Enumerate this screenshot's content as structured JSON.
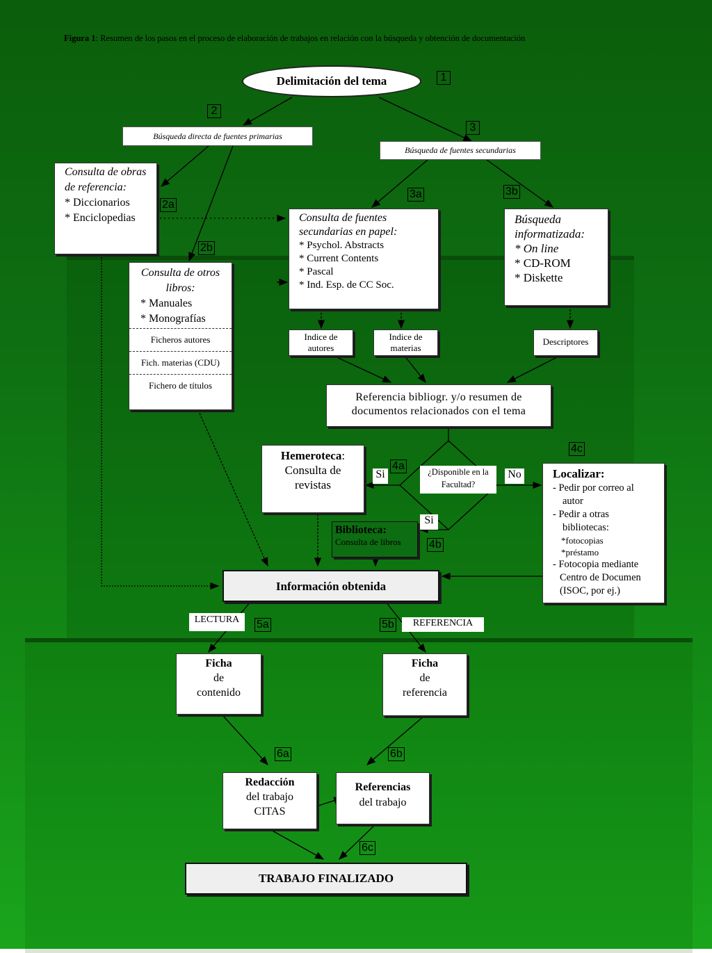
{
  "figure_title": {
    "label": "Figura 1",
    "text": ": Resumen de los pasos en el proceso de elaboración de trabajos en relación con la búsqueda y obtención de documentación"
  },
  "nodes": {
    "tema": "Delimitación del tema",
    "busqueda_directa": "Búsqueda directa de fuentes primarias",
    "busqueda_secundarias": "Búsqueda de fuentes secundarias",
    "obras_referencia": {
      "title": "Consulta de obras de referencia:",
      "items": [
        "* Diccionarios",
        "* Enciclopedias"
      ]
    },
    "otros_libros": {
      "title": "Consulta de otros libros:",
      "items": [
        "* Manuales",
        "* Monografías"
      ],
      "ficheros": [
        "Ficheros autores",
        "Fich. materias (CDU)",
        "Fichero de títulos"
      ]
    },
    "fuentes_papel": {
      "title": "Consulta de fuentes secundarias en papel:",
      "items": [
        "* Psychol. Abstracts",
        "* Current Contents",
        "* Pascal",
        "* Ind. Esp. de CC Soc."
      ]
    },
    "informatizada": {
      "title": "Búsqueda informatizada:",
      "items": [
        "* On line",
        "* CD-ROM",
        "* Diskette"
      ]
    },
    "indice_autores": "Indice de autores",
    "indice_materias": "Indice de materias",
    "descriptores": "Descriptores",
    "referencia_bibliogr": "Referencia bibliogr. y/o resumen de documentos relacionados con el tema",
    "disponible": "¿Disponible en la Facultad?",
    "hemeroteca": {
      "title": "Hemeroteca",
      "text": "Consulta de revistas"
    },
    "biblioteca": {
      "title": "Biblioteca:",
      "text": "Consulta de libros"
    },
    "localizar": {
      "title": "Localizar:",
      "lines": [
        "- Pedir por correo al",
        "autor",
        "- Pedir a otras",
        "bibliotecas:",
        "*fotocopias",
        "*préstamo",
        "- Fotocopia mediante",
        "Centro de Documen",
        "(ISOC, por ej.)"
      ]
    },
    "informacion": "Información obtenida",
    "ficha_contenido": {
      "title": "Ficha",
      "lines": [
        "de",
        "contenido"
      ]
    },
    "ficha_referencia": {
      "title": "Ficha",
      "lines": [
        "de",
        "referencia"
      ]
    },
    "redaccion": {
      "title": "Redacción",
      "lines": [
        "del trabajo",
        "CITAS"
      ]
    },
    "referencias": {
      "title": "Referencias",
      "lines": [
        "del trabajo"
      ]
    },
    "final": "TRABAJO FINALIZADO"
  },
  "edge_labels": {
    "si": "Si",
    "no": "No",
    "si2": "Si",
    "lectura": "LECTURA",
    "referencia": "REFERENCIA"
  },
  "step_numbers": {
    "n1": "1",
    "n2": "2",
    "n3": "3",
    "n2a": "2a",
    "n2b": "2b",
    "n3a": "3a",
    "n3b": "3b",
    "n4a": "4a",
    "n4b": "4b",
    "n4c": "4c",
    "n5a": "5a",
    "n5b": "5b",
    "n6a": "6a",
    "n6b": "6b",
    "n6c": "6c"
  },
  "colors": {
    "background": "#0e6e12",
    "box": "#ffffff",
    "grey_box": "#efefef",
    "line": "#000000"
  }
}
